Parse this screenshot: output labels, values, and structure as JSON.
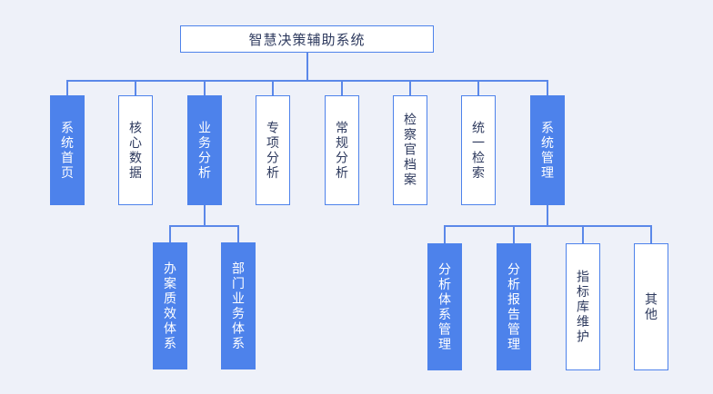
{
  "colors": {
    "background": "#eef1f9",
    "primary_blue": "#4d82eb",
    "connector_blue": "#5b88e9",
    "text_dark": "#2e3a5e",
    "text_light": "#ffffff",
    "node_white": "#ffffff"
  },
  "root": {
    "label": "智慧决策辅助系统"
  },
  "level2": [
    {
      "label": "系统首页",
      "style": "filled"
    },
    {
      "label": "核心数据",
      "style": "outline"
    },
    {
      "label": "业务分析",
      "style": "filled"
    },
    {
      "label": "专项分析",
      "style": "outline"
    },
    {
      "label": "常规分析",
      "style": "outline"
    },
    {
      "label": "检察官档案",
      "style": "outline"
    },
    {
      "label": "统一检索",
      "style": "outline"
    },
    {
      "label": "系统管理",
      "style": "filled"
    }
  ],
  "business_children": [
    {
      "label": "办案质效体系",
      "style": "filled"
    },
    {
      "label": "部门业务体系",
      "style": "filled"
    }
  ],
  "system_children": [
    {
      "label": "分析体系管理",
      "style": "filled"
    },
    {
      "label": "分析报告管理",
      "style": "filled"
    },
    {
      "label": "指标库维护",
      "style": "outline"
    },
    {
      "label": "其他",
      "style": "outline"
    }
  ]
}
